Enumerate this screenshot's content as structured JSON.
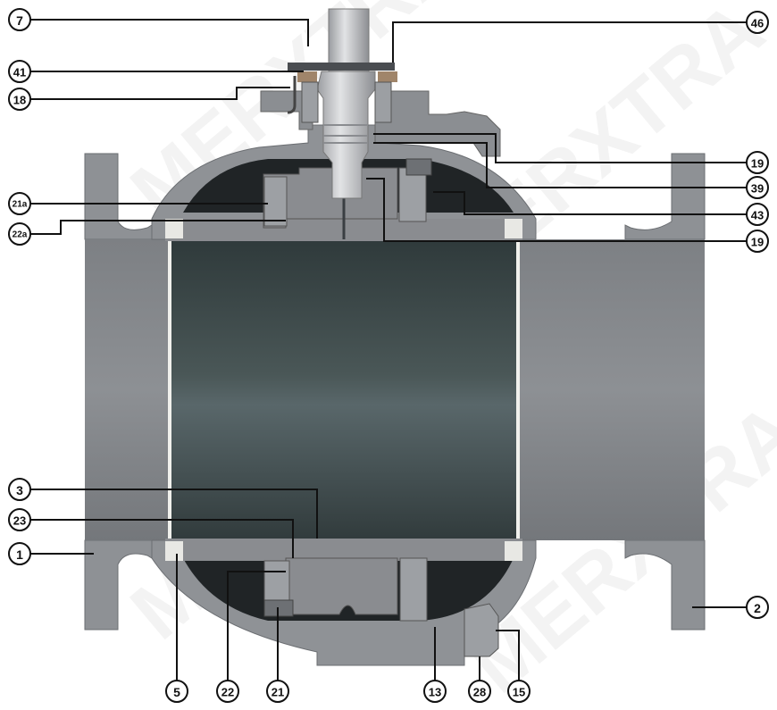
{
  "diagram": {
    "watermark": "MERXTRA",
    "callouts": {
      "c7": "7",
      "c46": "46",
      "c41": "41",
      "c18": "18",
      "c19a": "19",
      "c39": "39",
      "c21a": "21a",
      "c43": "43",
      "c22a": "22a",
      "c19b": "19",
      "c3": "3",
      "c23": "23",
      "c1": "1",
      "c2": "2",
      "c5": "5",
      "c22": "22",
      "c21": "21",
      "c13": "13",
      "c28": "28",
      "c15": "15"
    },
    "colors": {
      "body": "#8f9194",
      "body_dark": "#6f7276",
      "bore": "#3d4a4a",
      "ball": "#8a8c90",
      "stem": "#c9cbcf",
      "seat_ring": "#e8e8e4",
      "cavity": "#1e2224"
    }
  }
}
